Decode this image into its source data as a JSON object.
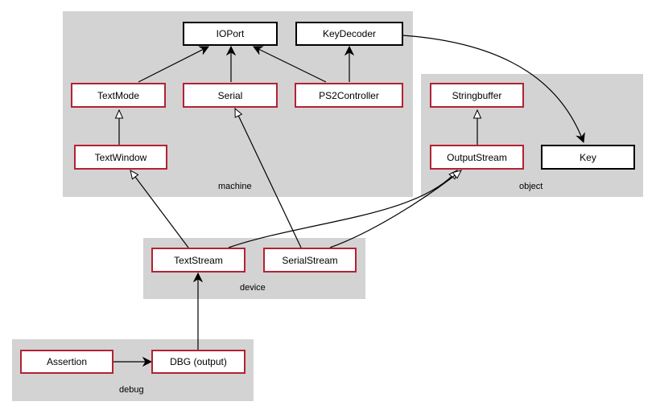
{
  "colors": {
    "cluster_bg": "#d3d3d3",
    "node_border_red": "#b22234",
    "node_border_black": "#000000"
  },
  "clusters": {
    "machine": "machine",
    "object": "object",
    "device": "device",
    "debug": "debug"
  },
  "nodes": {
    "ioport": "IOPort",
    "keydecoder": "KeyDecoder",
    "textmode": "TextMode",
    "serial": "Serial",
    "ps2controller": "PS2Controller",
    "textwindow": "TextWindow",
    "stringbuffer": "Stringbuffer",
    "outputstream": "OutputStream",
    "key": "Key",
    "textstream": "TextStream",
    "serialstream": "SerialStream",
    "assertion": "Assertion",
    "dbg_output": "DBG (output)"
  }
}
